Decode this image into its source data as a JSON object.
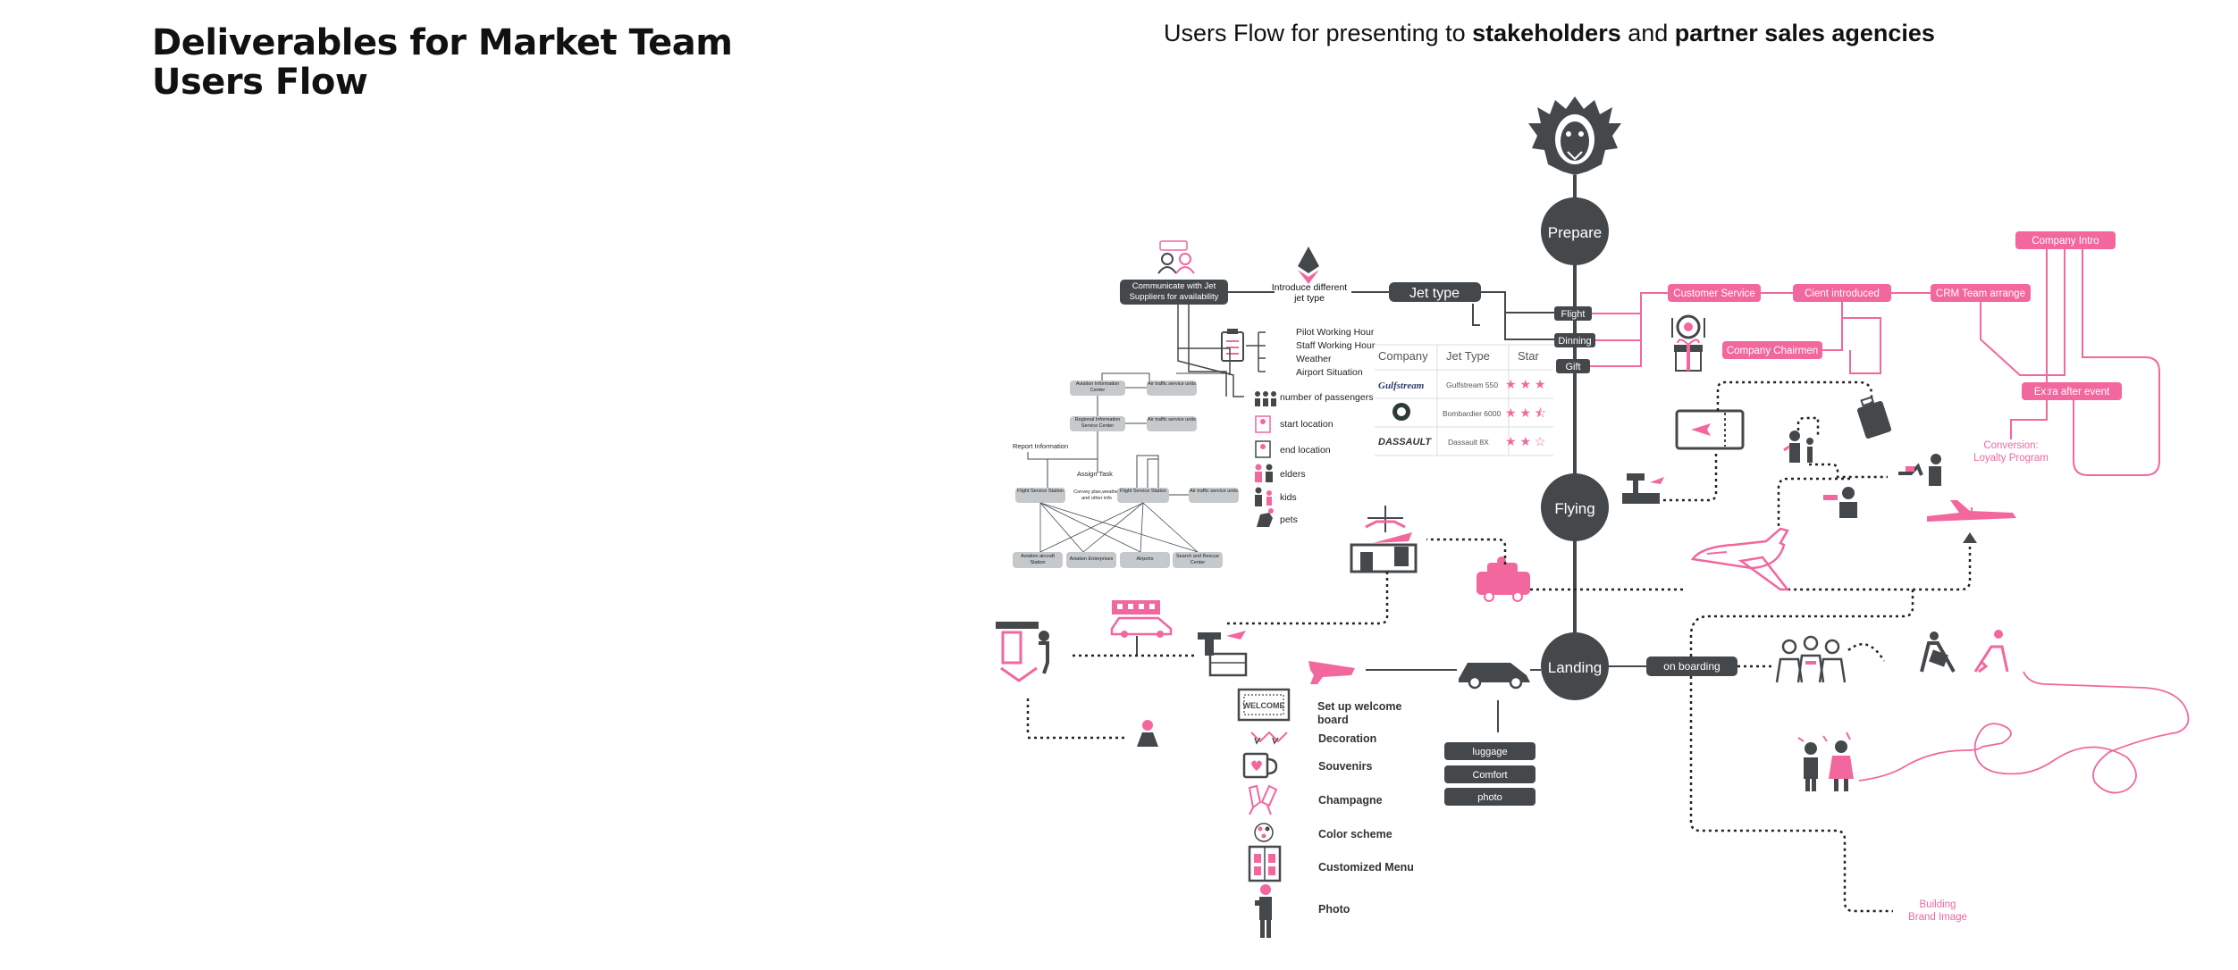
{
  "header": {
    "title_line1": "Deliverables for Market Team",
    "title_line2": "Users Flow",
    "subtitle_pre": "Users Flow for presenting to ",
    "subtitle_bold1": "stakeholders",
    "subtitle_mid": " and ",
    "subtitle_bold2": "partner sales agencies"
  },
  "phases": {
    "prepare": "Prepare",
    "flying": "Flying",
    "landing": "Landing"
  },
  "prepare": {
    "communicate": "Communicate with Jet Suppliers for availability",
    "introduce": "Introduce different jet type",
    "jet_type": "Jet type",
    "checklist": [
      "Pilot Working Hour",
      "Staff Working Hour",
      "Weather",
      "Airport Situation"
    ],
    "passengers": [
      "number of passengers",
      "start location",
      "end location",
      "elders",
      "kids",
      "pets"
    ],
    "services": {
      "flight": "Flight",
      "dinning": "Dinning",
      "gift": "Gift"
    },
    "table": {
      "headers": [
        "Company",
        "Jet Type",
        "Star"
      ],
      "rows": [
        {
          "company": "Gulfstream",
          "jet": "Gulfstream 550",
          "stars": "★ ★ ★"
        },
        {
          "company": "BOMBARDIER",
          "jet": "Bombardier 6000",
          "stars": "★ ★ ⯪"
        },
        {
          "company": "DASSAULT",
          "jet": "Dassault 8X",
          "stars": "★ ★ ☆"
        }
      ]
    },
    "pink_boxes": {
      "customer_service": "Customer Service",
      "client_introduced": "Cient introduced",
      "crm": "CRM Team arrange",
      "company_intro": "Company Intro",
      "chairmen": "Company Chairmen",
      "extra_event": "Extra after event",
      "conversion1": "Conversion:",
      "conversion2": "Loyalty Program"
    }
  },
  "org_chart": {
    "report": "Report Information",
    "assign": "Assign Task",
    "convey": "Convey plan,weather and other info",
    "nodes": {
      "aic": "Aviation Information Center",
      "atc1": "Air traffic service units",
      "rasc": "Regional Information Service Center",
      "atc2": "Air traffic service units",
      "fss1": "Flight Service Station",
      "fss2": "Flight Service Station",
      "atc3": "Air traffic service units",
      "ams": "Aviation aircraft Station",
      "ae": "Aviation Enterprises",
      "airports": "Airports",
      "sar": "Search and Rescue Center"
    }
  },
  "landing": {
    "on_boarding": "on boarding",
    "car_options": [
      "luggage",
      "Comfort",
      "photo"
    ],
    "welcome_items": [
      "Set up welcome board",
      "Decoration",
      "Souvenirs",
      "Champagne",
      "Color scheme",
      "Customized Menu",
      "Photo"
    ],
    "welcome_sign": "WELCOME",
    "brand1": "Building",
    "brand2": "Brand Image"
  },
  "colors": {
    "pink": "#f2679e",
    "dark": "#45484b",
    "grey": "#c5c9cc"
  }
}
